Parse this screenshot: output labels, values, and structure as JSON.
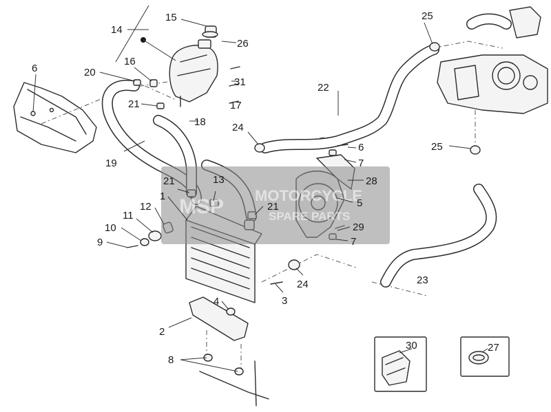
{
  "callouts": {
    "n1": "1",
    "n2": "2",
    "n3": "3",
    "n4": "4",
    "n5": "5",
    "n6a": "6",
    "n6b": "6",
    "n7a": "7",
    "n7b": "7",
    "n8": "8",
    "n9": "9",
    "n10": "10",
    "n11": "11",
    "n12": "12",
    "n13": "13",
    "n14": "14",
    "n15": "15",
    "n16": "16",
    "n17": "17",
    "n18": "18",
    "n19": "19",
    "n20": "20",
    "n21a": "21",
    "n21b": "21",
    "n21c": "21",
    "n22": "22",
    "n23": "23",
    "n24a": "24",
    "n24b": "24",
    "n25a": "25",
    "n25b": "25",
    "n26": "26",
    "n27": "27",
    "n28": "28",
    "n29": "29",
    "n30": "30",
    "n31": "31"
  },
  "watermark": {
    "logo": "MSP",
    "line1": "MOTORCYCLE",
    "line2": "SPARE PARTS"
  }
}
